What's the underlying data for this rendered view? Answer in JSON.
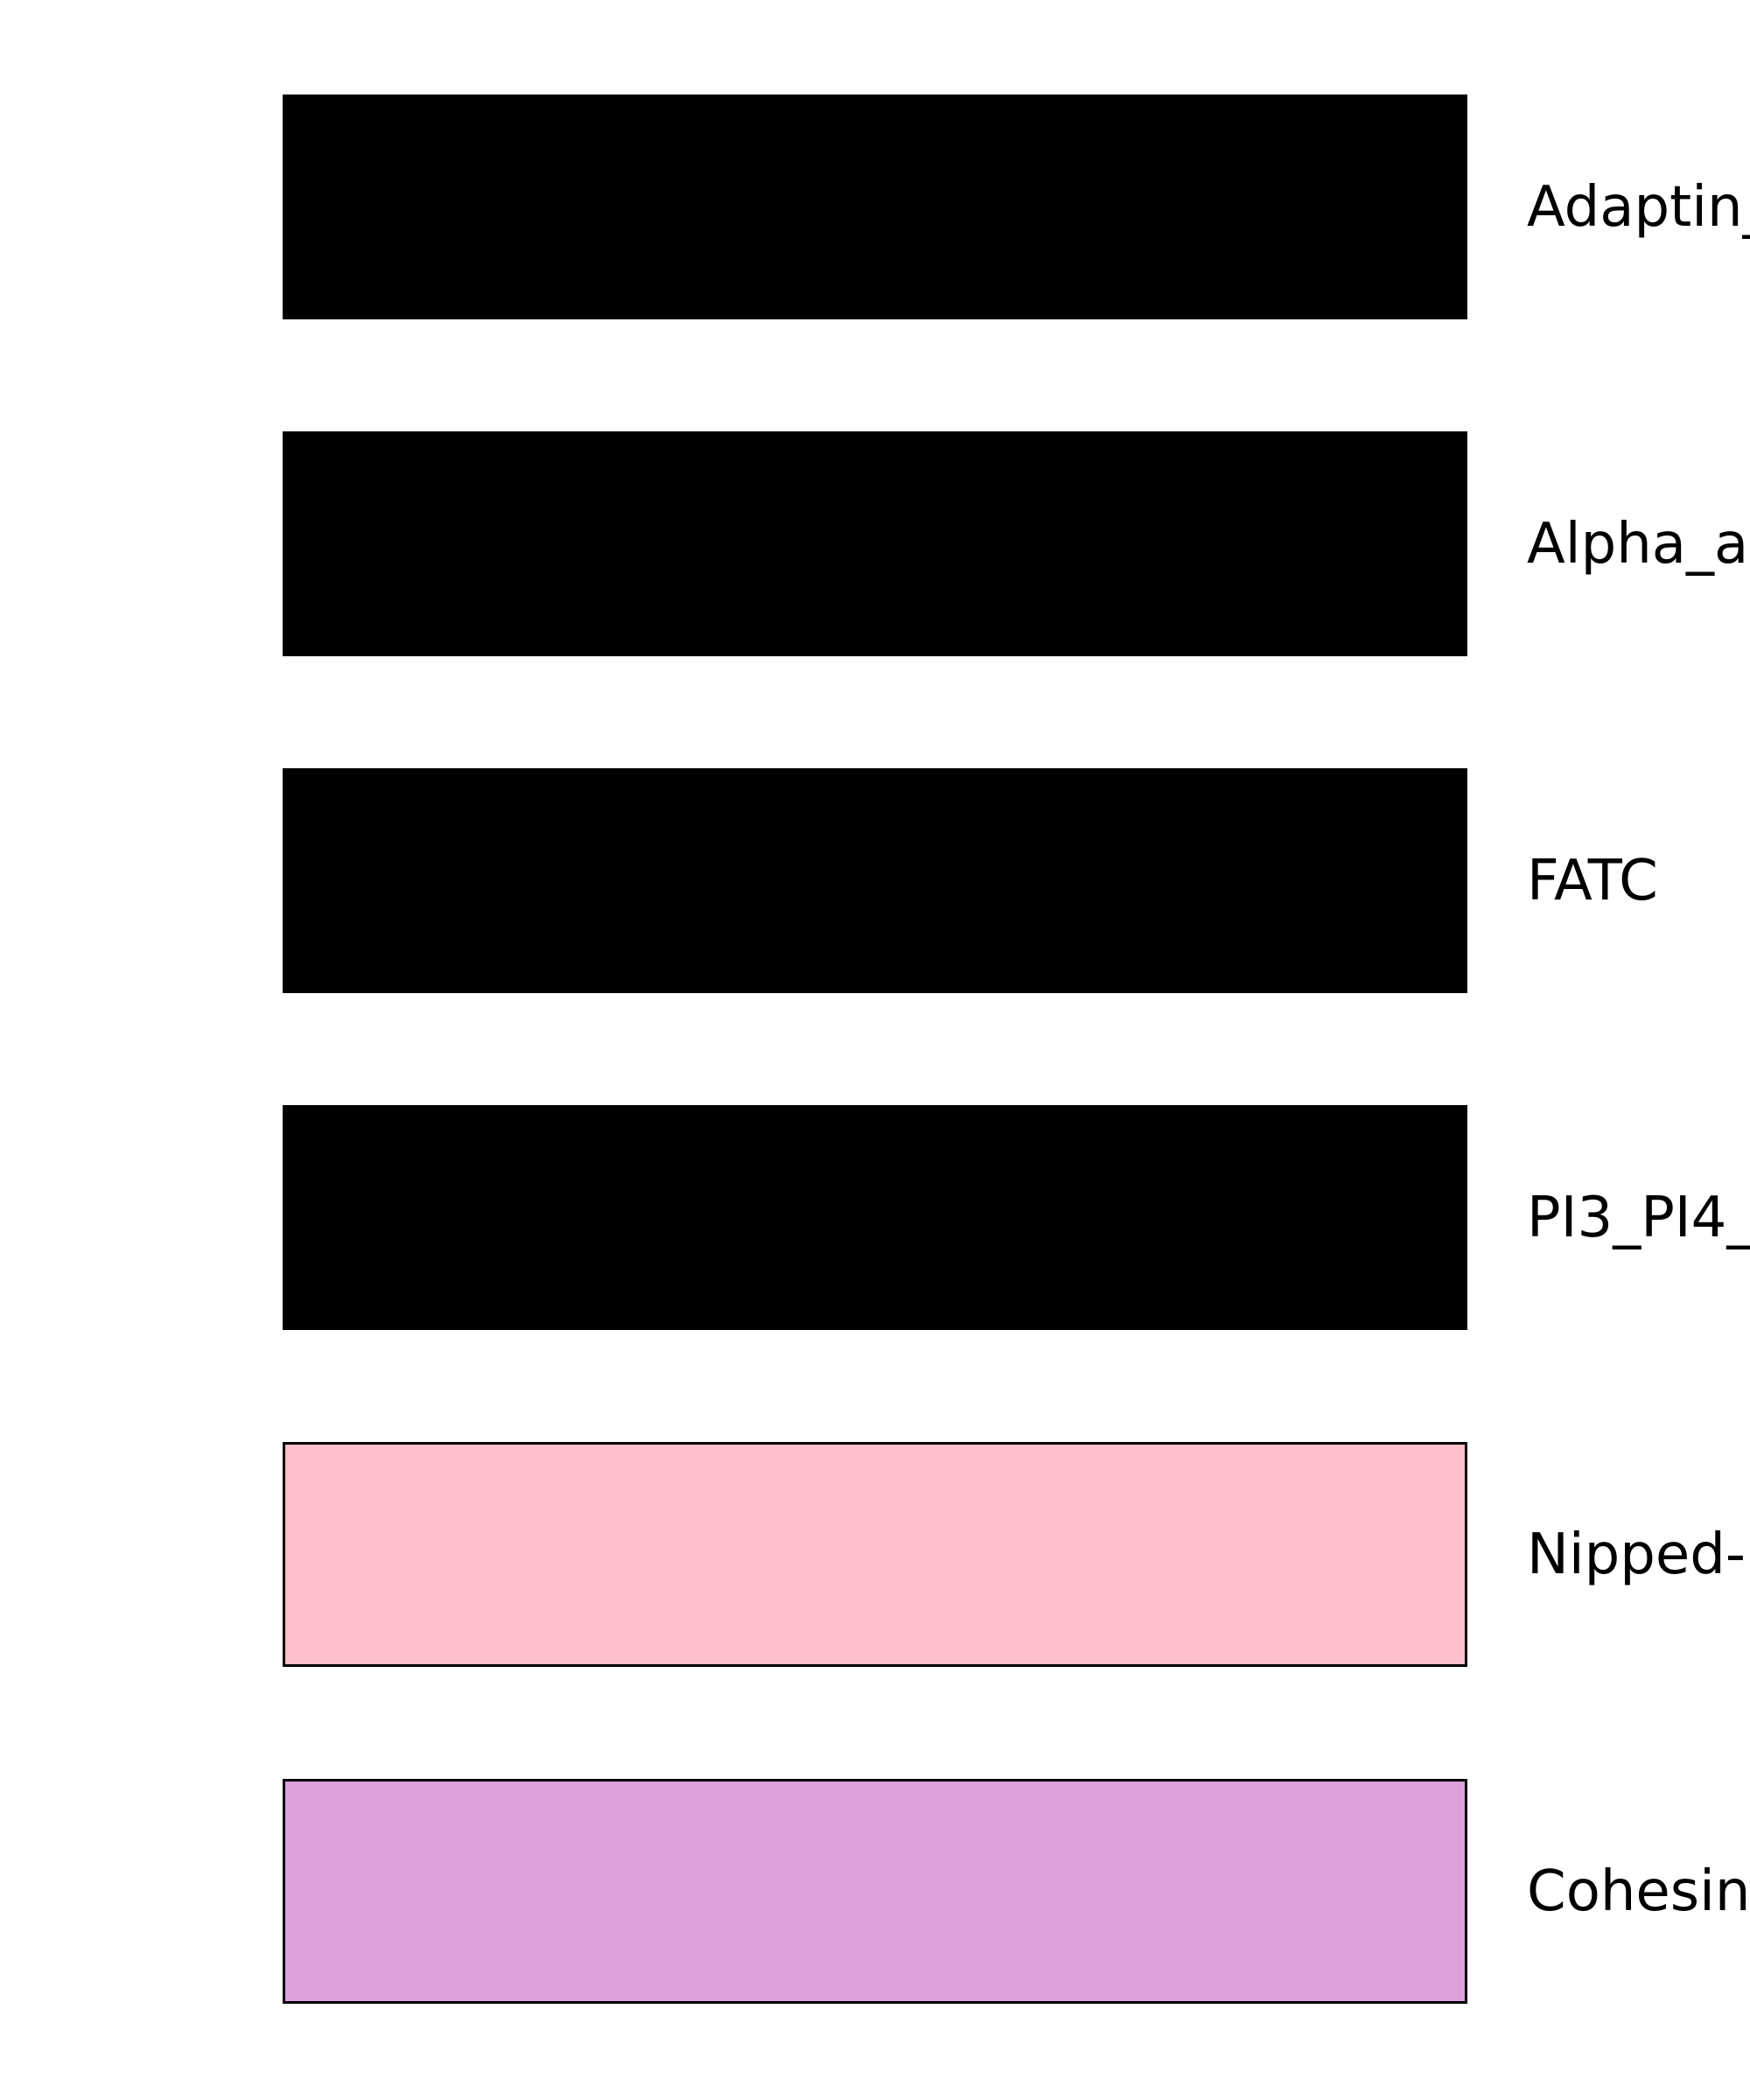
{
  "figure": {
    "background_color": "#ffffff",
    "text_color": "#000000"
  },
  "legend": {
    "items": [
      {
        "label": "Adaptin_",
        "color": "#000000"
      },
      {
        "label": "Alpha_a",
        "color": "#000000"
      },
      {
        "label": "FATC",
        "color": "#000000"
      },
      {
        "label": "PI3_PI4_",
        "color": "#000000"
      },
      {
        "label": "Nipped-",
        "color": "#ffc0cb"
      },
      {
        "label": "Cohesin",
        "color": "#dda0dd"
      }
    ]
  }
}
